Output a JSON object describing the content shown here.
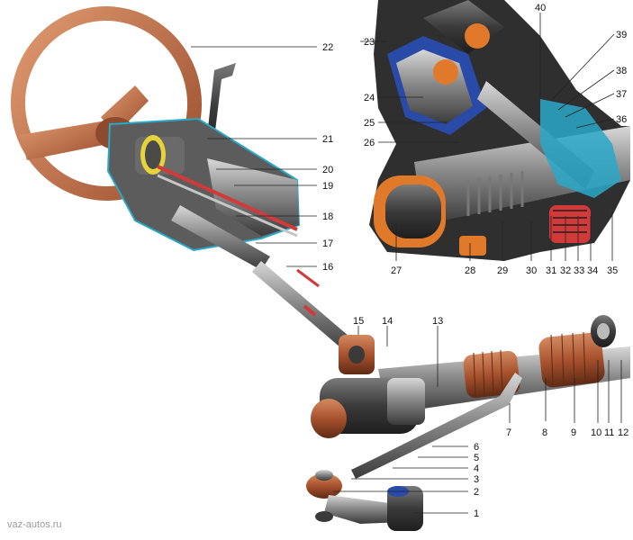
{
  "diagram": {
    "callouts": [
      {
        "id": "c1",
        "text": "1"
      },
      {
        "id": "c2",
        "text": "2"
      },
      {
        "id": "c3",
        "text": "3"
      },
      {
        "id": "c4",
        "text": "4"
      },
      {
        "id": "c5",
        "text": "5"
      },
      {
        "id": "c6",
        "text": "6"
      },
      {
        "id": "c7",
        "text": "7"
      },
      {
        "id": "c8",
        "text": "8"
      },
      {
        "id": "c9",
        "text": "9"
      },
      {
        "id": "c10",
        "text": "10"
      },
      {
        "id": "c11",
        "text": "11"
      },
      {
        "id": "c12",
        "text": "12"
      },
      {
        "id": "c13",
        "text": "13"
      },
      {
        "id": "c14",
        "text": "14"
      },
      {
        "id": "c15",
        "text": "15"
      },
      {
        "id": "c16",
        "text": "16"
      },
      {
        "id": "c17",
        "text": "17"
      },
      {
        "id": "c18",
        "text": "18"
      },
      {
        "id": "c19",
        "text": "19"
      },
      {
        "id": "c20",
        "text": "20"
      },
      {
        "id": "c21",
        "text": "21"
      },
      {
        "id": "c22",
        "text": "22"
      },
      {
        "id": "c23",
        "text": "23"
      },
      {
        "id": "c24",
        "text": "24"
      },
      {
        "id": "c25",
        "text": "25"
      },
      {
        "id": "c26",
        "text": "26"
      },
      {
        "id": "c27",
        "text": "27"
      },
      {
        "id": "c28",
        "text": "28"
      },
      {
        "id": "c29",
        "text": "29"
      },
      {
        "id": "c30",
        "text": "30"
      },
      {
        "id": "c31",
        "text": "31"
      },
      {
        "id": "c32",
        "text": "32"
      },
      {
        "id": "c33",
        "text": "33"
      },
      {
        "id": "c34",
        "text": "34"
      },
      {
        "id": "c35",
        "text": "35"
      },
      {
        "id": "c36",
        "text": "36"
      },
      {
        "id": "c37",
        "text": "37"
      },
      {
        "id": "c38",
        "text": "38"
      },
      {
        "id": "c39",
        "text": "39"
      },
      {
        "id": "c40",
        "text": "40"
      }
    ],
    "watermark": "vaz-autos.ru",
    "colors": {
      "wheel": "#c8704a",
      "wheel_dark": "#8e4a2c",
      "housing": "#4a4a4a",
      "housing_light": "#8a8a8a",
      "cutaway_edge": "#2aa8c8",
      "seal_orange": "#e07a2a",
      "seal_blue": "#2a4aa8",
      "boot": "#b05a36",
      "accent_red": "#d23a3a",
      "accent_yellow": "#e6d23a"
    }
  }
}
